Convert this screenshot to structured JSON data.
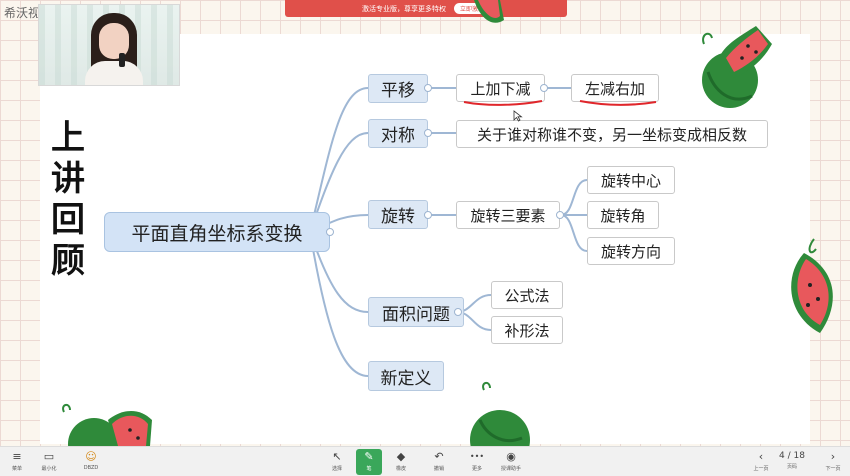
{
  "watermark": "希沃视",
  "banner": {
    "text": "激活专业版，尊享更多特权",
    "cta": "立即激活"
  },
  "review_title": [
    "上",
    "讲",
    "回",
    "顾"
  ],
  "mindmap": {
    "root": "平面直角坐标系变换",
    "translate": {
      "label": "平移",
      "child": "上加下减",
      "grandchild": "左减右加"
    },
    "symmetry": {
      "label": "对称",
      "child": "关于谁对称谁不变，另一坐标变成相反数"
    },
    "rotation": {
      "label": "旋转",
      "child": "旋转三要素",
      "items": [
        "旋转中心",
        "旋转角",
        "旋转方向"
      ]
    },
    "area": {
      "label": "面积问题",
      "items": [
        "公式法",
        "补形法"
      ]
    },
    "new_def": {
      "label": "新定义"
    }
  },
  "toolbar": {
    "left": [
      {
        "icon": "menu-icon",
        "glyph": "≡",
        "label": "菜单"
      },
      {
        "icon": "minimize-icon",
        "glyph": "▭",
        "label": "最小化"
      },
      {
        "icon": "avatar-icon",
        "glyph": "☺",
        "label": "DBZD"
      }
    ],
    "center": [
      {
        "icon": "cursor-icon",
        "glyph": "↖",
        "label": "选择"
      },
      {
        "icon": "pen-icon",
        "glyph": "✎",
        "label": "笔"
      },
      {
        "icon": "eraser-icon",
        "glyph": "◆",
        "label": "橡皮"
      },
      {
        "icon": "undo-icon",
        "glyph": "↶",
        "label": "撤销"
      },
      {
        "icon": "more-icon",
        "glyph": "•••",
        "label": "更多"
      },
      {
        "icon": "mic-icon",
        "glyph": "◉",
        "label": "授课助手"
      }
    ],
    "page": {
      "current": "4 / 18",
      "label": "页码"
    },
    "prev_label": "上一页",
    "next_label": "下一页"
  },
  "colors": {
    "node_bg": "#dde8f5",
    "link": "#9fb7d4",
    "ink": "#e0262b",
    "watermelon_green": "#2f8a3a",
    "watermelon_red": "#e8585c"
  }
}
